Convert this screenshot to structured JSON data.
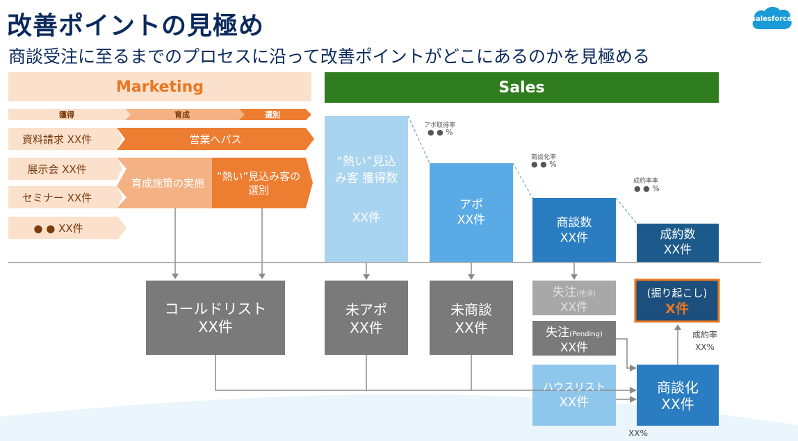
{
  "header": {
    "title": "改善ポイントの見極め",
    "subtitle": "商談受注に至るまでのプロセスに沿って改善ポイントがどこにあるのかを見極める",
    "logo_text": "salesforce"
  },
  "marketing": {
    "heading": "Marketing",
    "phases": [
      "獲得",
      "育成",
      "選別"
    ],
    "sources": [
      "資料請求 XX件",
      "展示会 XX件",
      "セミナー XX件",
      "● ● XX件"
    ],
    "pass_label": "営業へパス",
    "nurture_label": "育成施策の実施",
    "select_label": "“熱い”見込み客の選別",
    "cold_list": {
      "title": "コールドリスト",
      "count": "XX件"
    }
  },
  "sales": {
    "heading": "Sales",
    "funnel": [
      {
        "title": "“熱い”見込み客 獲得数",
        "count": "XX件"
      },
      {
        "title": "アポ",
        "count": "XX件"
      },
      {
        "title": "商談数",
        "count": "XX件"
      },
      {
        "title": "成約数",
        "count": "XX件"
      }
    ],
    "rates": [
      {
        "label": "アポ取得率",
        "value": "● ● %"
      },
      {
        "label": "商談化率",
        "value": "● ● %"
      },
      {
        "label": "成約率率",
        "value": "● ● %"
      }
    ],
    "lost": {
      "no_appt": {
        "title": "未アポ",
        "count": "XX件"
      },
      "no_deal": {
        "title": "未商談",
        "count": "XX件"
      },
      "lost_other": {
        "title": "失注",
        "sub": "(他決)",
        "count": "XX件"
      },
      "lost_pending": {
        "title": "失注",
        "sub": "(Pending)",
        "count": "XX件"
      }
    },
    "house_list": {
      "title": "ハウスリスト",
      "count": "XX件"
    },
    "re_deal": {
      "title": "商談化",
      "count": "XX件"
    },
    "dig_up": {
      "title": "(掘り起こし)",
      "count": "X件"
    },
    "close_rate": {
      "label": "成約率",
      "value": "XX%"
    },
    "bottom_rate": "XX%"
  },
  "colors": {
    "navy": "#0b2a5b",
    "orange": "#e87722",
    "green": "#2f7d1e",
    "light_blue": "#a9d4f0",
    "mid_blue": "#5aabe5",
    "blue": "#2a7dc1",
    "dark_blue": "#1d5a8c",
    "grey": "#7a7a7a"
  }
}
